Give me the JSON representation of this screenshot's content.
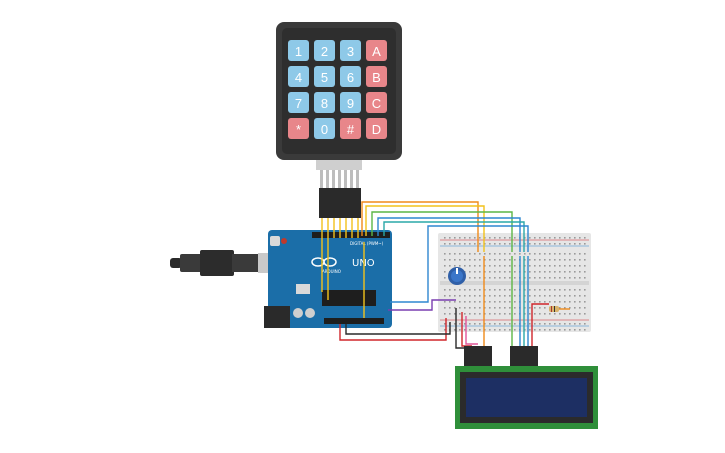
{
  "keypad": {
    "keys": [
      {
        "label": "1",
        "kind": "num"
      },
      {
        "label": "2",
        "kind": "num"
      },
      {
        "label": "3",
        "kind": "num"
      },
      {
        "label": "A",
        "kind": "fn"
      },
      {
        "label": "4",
        "kind": "num"
      },
      {
        "label": "5",
        "kind": "num"
      },
      {
        "label": "6",
        "kind": "num"
      },
      {
        "label": "B",
        "kind": "fn"
      },
      {
        "label": "7",
        "kind": "num"
      },
      {
        "label": "8",
        "kind": "num"
      },
      {
        "label": "9",
        "kind": "num"
      },
      {
        "label": "C",
        "kind": "fn"
      },
      {
        "label": "*",
        "kind": "fn"
      },
      {
        "label": "0",
        "kind": "num"
      },
      {
        "label": "#",
        "kind": "fn"
      },
      {
        "label": "D",
        "kind": "fn"
      }
    ]
  },
  "arduino": {
    "brand": "ARDUINO",
    "model": "UNO",
    "digital_label": "DIGITAL (PWM~)"
  },
  "colors": {
    "num_key": "#8ec9e8",
    "fn_key": "#e8868a",
    "keypad_body": "#3a3a3a",
    "arduino_board": "#1b6ea8",
    "breadboard": "#e6e6e6",
    "lcd_pcb": "#2f8f3a",
    "lcd_screen": "#1d2f63",
    "wire_yellow": "#f2c21b",
    "wire_orange": "#f08a1a",
    "wire_green": "#5cb646",
    "wire_blue": "#2f87d0",
    "wire_purple": "#7a3fb0",
    "wire_red": "#d0262c"
  }
}
